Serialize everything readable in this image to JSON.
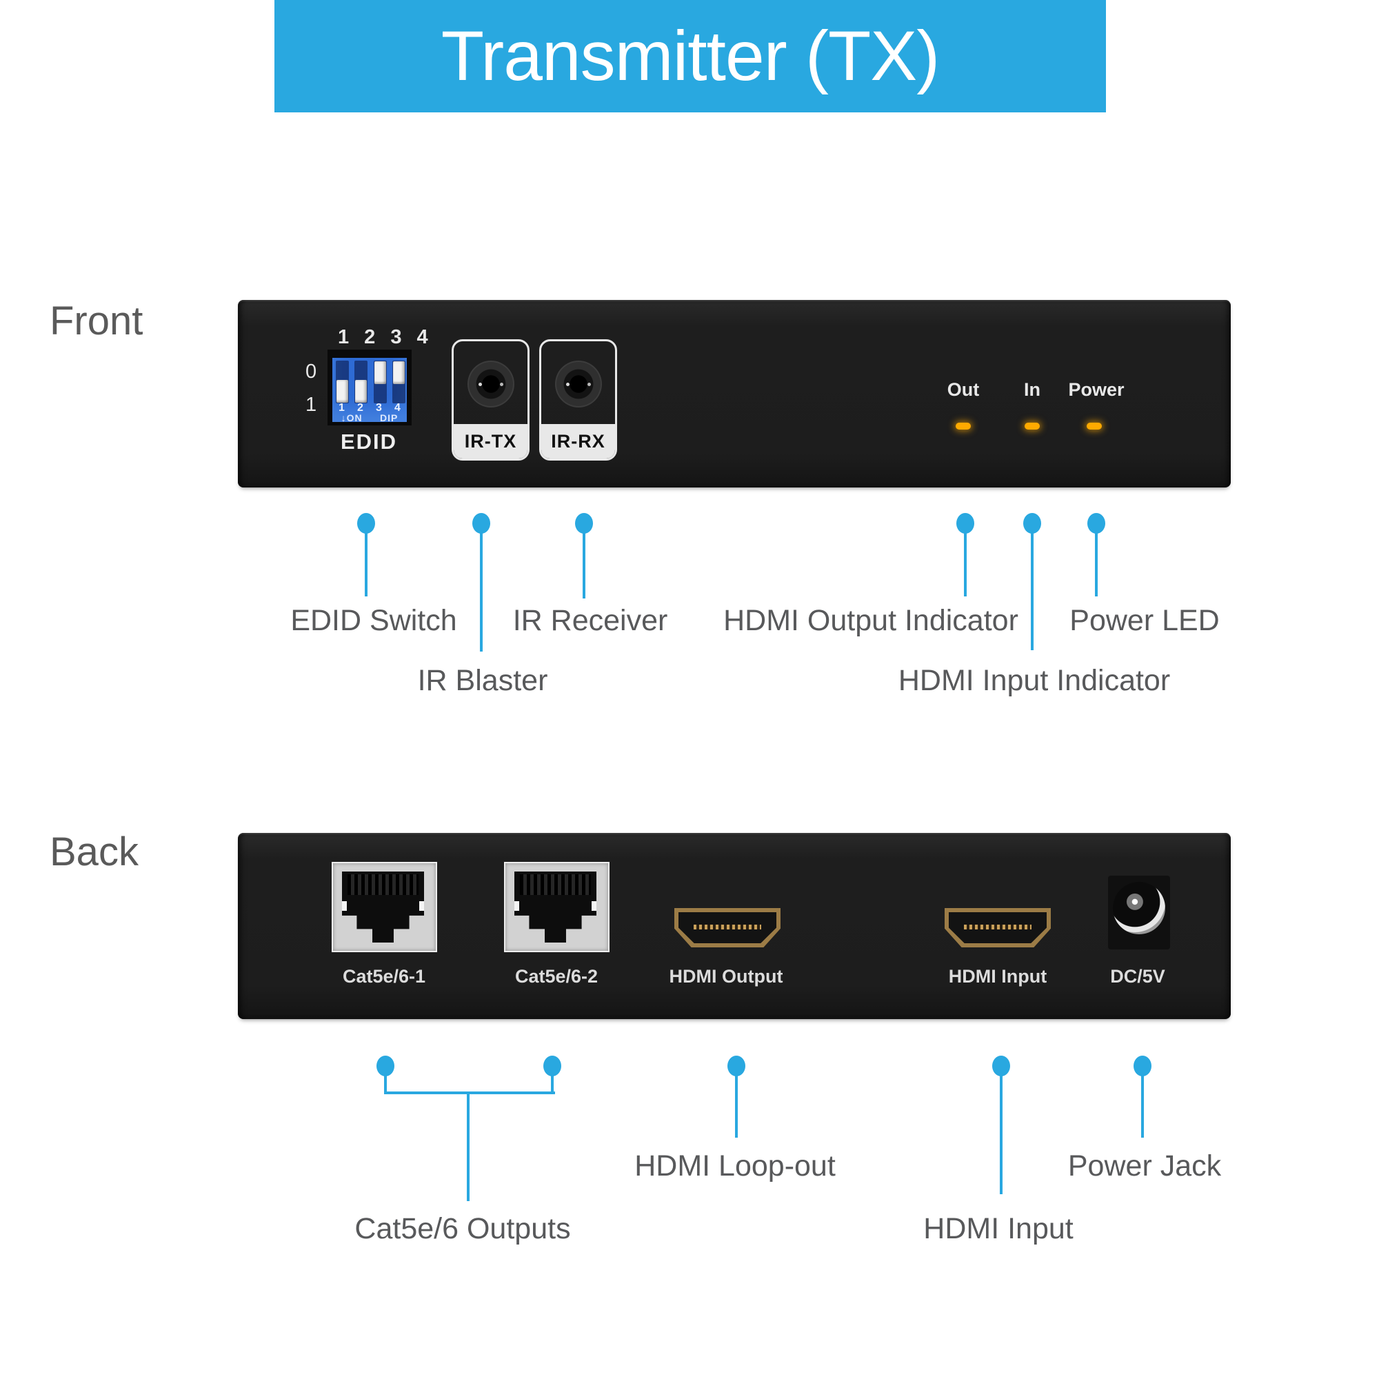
{
  "title": {
    "text": "Transmitter (TX)"
  },
  "colors": {
    "accent_blue": "#29A8E0",
    "label_gray": "#58595B",
    "led_amber": "#FFAA00",
    "dip_blue": "#2E6BD4",
    "hdmi_gold": "#9C7C46"
  },
  "front": {
    "section_label": "Front",
    "device": {
      "dip": {
        "top_numbers": "1 2 3 4",
        "row_zero": "0",
        "row_one": "1",
        "switch_numbers": [
          "1",
          "2",
          "3",
          "4"
        ],
        "switch_positions": [
          "down",
          "down",
          "up",
          "up"
        ],
        "on_label": "↓ON",
        "dip_label": "DIP",
        "name_label": "EDID"
      },
      "ir_tx_label": "IR-TX",
      "ir_rx_label": "IR-RX",
      "leds": [
        {
          "label": "Out"
        },
        {
          "label": "In"
        },
        {
          "label": "Power"
        }
      ]
    },
    "callouts": [
      {
        "label": "EDID Switch"
      },
      {
        "label": "IR Blaster"
      },
      {
        "label": "IR Receiver"
      },
      {
        "label": "HDMI Output Indicator"
      },
      {
        "label": "HDMI Input Indicator"
      },
      {
        "label": "Power LED"
      }
    ]
  },
  "back": {
    "section_label": "Back",
    "device": {
      "ports": [
        {
          "label": "Cat5e/6-1"
        },
        {
          "label": "Cat5e/6-2"
        },
        {
          "label": "HDMI Output"
        },
        {
          "label": "HDMI Input"
        },
        {
          "label": "DC/5V"
        }
      ]
    },
    "callouts": [
      {
        "label": "Cat5e/6 Outputs"
      },
      {
        "label": "HDMI Loop-out"
      },
      {
        "label": "HDMI Input"
      },
      {
        "label": "Power Jack"
      }
    ]
  }
}
